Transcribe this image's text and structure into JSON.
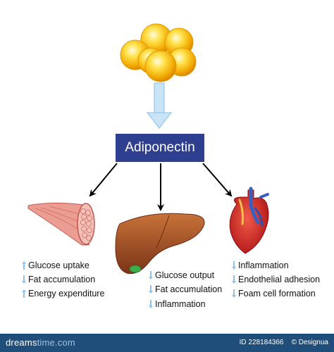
{
  "title": "Adiponectin",
  "muscle": {
    "effects": [
      {
        "text": "Glucose uptake",
        "direction": "up"
      },
      {
        "text": "Fat accumulation",
        "direction": "down"
      },
      {
        "text": "Energy expenditure",
        "direction": "up"
      }
    ]
  },
  "liver": {
    "effects": [
      {
        "text": "Glucose output",
        "direction": "down"
      },
      {
        "text": "Fat accumulation",
        "direction": "down"
      },
      {
        "text": "Inflammation",
        "direction": "down"
      }
    ]
  },
  "heart": {
    "effects": [
      {
        "text": "Inflammation",
        "direction": "down"
      },
      {
        "text": "Endothelial adhesion",
        "direction": "down"
      },
      {
        "text": "Foam cell formation",
        "direction": "down"
      }
    ]
  },
  "footer": {
    "brand_light": "dreams",
    "brand_dark": "time.com",
    "image_id": "ID 228184366",
    "author": "© Designua"
  },
  "colors": {
    "box": "#2f3f8f",
    "effect_arrow": "#8fc3ea",
    "fat_cell": "#f5b800",
    "liver": "#a0522d",
    "heart": "#d42a2a",
    "muscle": "#e88a80",
    "footer": "#1f4e7a"
  }
}
